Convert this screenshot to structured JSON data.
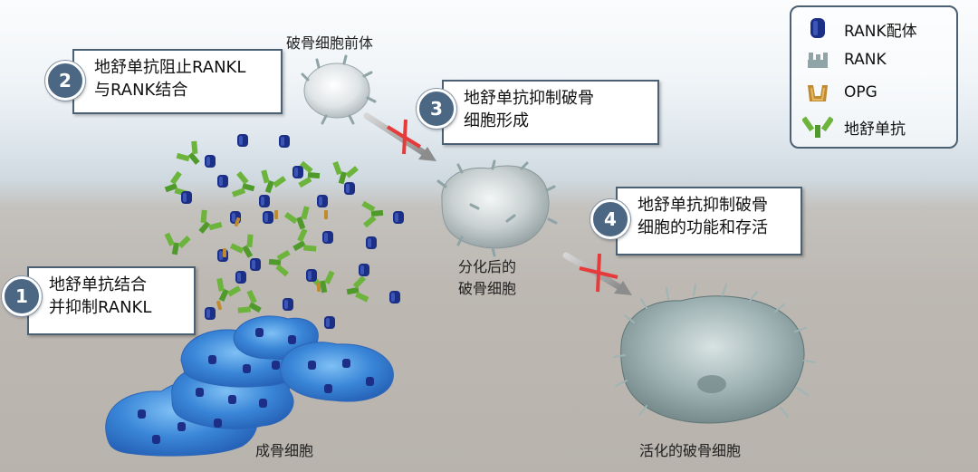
{
  "labels": {
    "precursor": "破骨细胞前体",
    "differentiated": [
      "分化后的",
      "破骨细胞"
    ],
    "osteoblast": "成骨细胞",
    "activated": "活化的破骨细胞"
  },
  "callouts": [
    {
      "number": "1",
      "lines": [
        "地舒单抗结合",
        "并抑制RANKL"
      ]
    },
    {
      "number": "2",
      "lines": [
        "地舒单抗阻止RANKL",
        "与RANK结合"
      ]
    },
    {
      "number": "3",
      "lines": [
        "地舒单抗抑制破骨",
        "细胞形成"
      ]
    },
    {
      "number": "4",
      "lines": [
        "地舒单抗抑制破骨",
        "细胞的功能和存活"
      ]
    }
  ],
  "legend": [
    {
      "label": "RANK配体",
      "icon": "rankl-ligand-icon",
      "color": "#1c2f86"
    },
    {
      "label": "RANK",
      "icon": "rank-receptor-icon",
      "color": "#8fa4a6"
    },
    {
      "label": "OPG",
      "icon": "opg-icon",
      "color": "#c08a2e"
    },
    {
      "label": "地舒单抗",
      "icon": "denosumab-antibody-icon",
      "color": "#5a9e2f"
    }
  ],
  "colors": {
    "badge": "#4c6783",
    "callout_border": "#4b6072",
    "blocked_cross": "#e53b3b",
    "osteoblast": "#3a86d8",
    "rankl": "#1c2f86",
    "antibody": "#5a9e2f",
    "opg": "#c08a2e",
    "osteoclast": "#93a7a8"
  }
}
